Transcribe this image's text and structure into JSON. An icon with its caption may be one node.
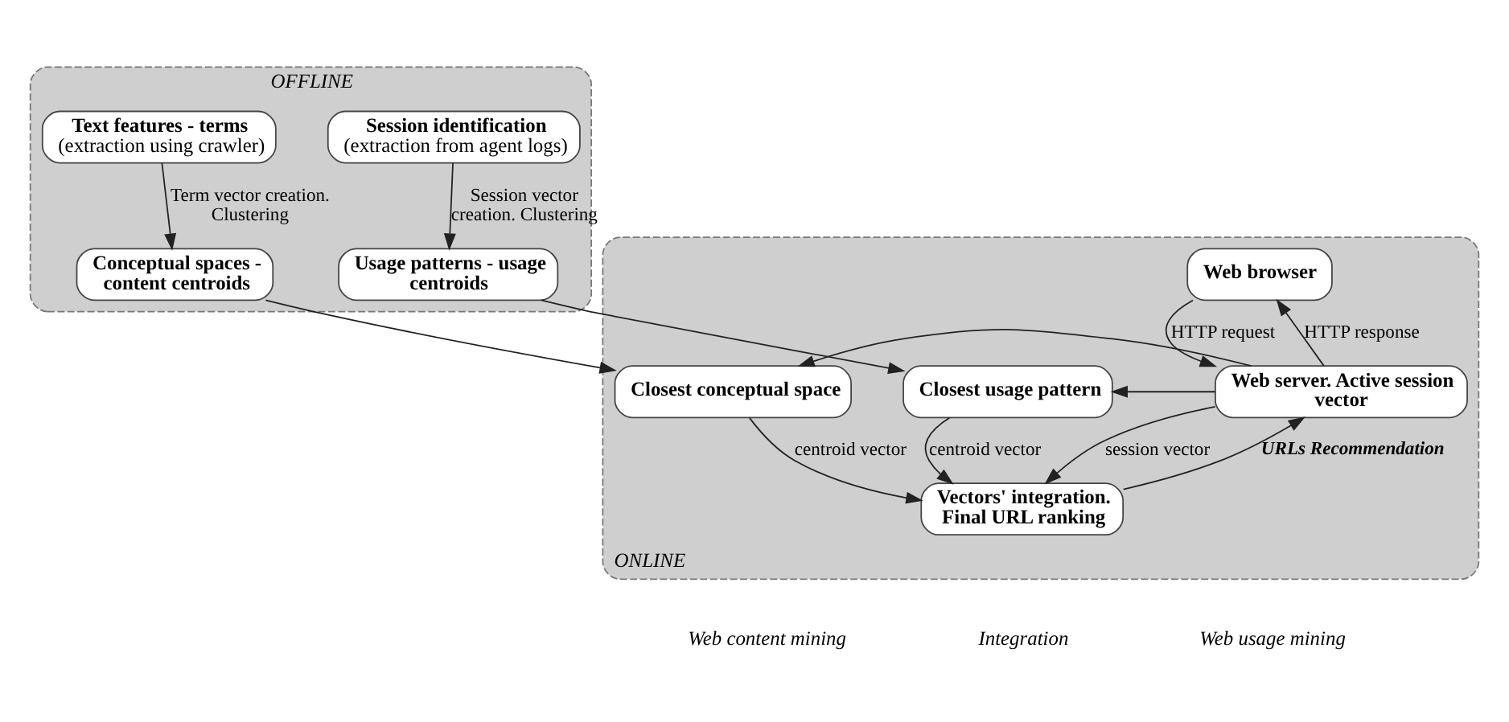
{
  "diagram": {
    "nodes": [
      {
        "text": [
          "OFFLINE"
        ]
      },
      {
        "text": [
          "Text features - terms",
          "(extraction using crawler)"
        ],
        "in": 0
      },
      {
        "text": [
          "Session identification",
          "(extraction from agent logs)"
        ],
        "in": 0
      },
      {
        "text": [
          "Conceptual spaces - content centroids"
        ],
        "in": 0
      },
      {
        "text": [
          "Usage patterns - usage centroids"
        ],
        "in": 0
      },
      {
        "text": [
          "ONLINE"
        ]
      },
      {
        "text": [
          "Web browser"
        ],
        "in": 5
      },
      {
        "text": [
          "Closest conceptual space"
        ],
        "in": 5
      },
      {
        "text": [
          "Web server. Active session vector"
        ],
        "in": 5
      },
      {
        "text": [
          "Closest usage pattern"
        ],
        "in": 5
      },
      {
        "text": [
          "Vectors' integration. Final URL ranking"
        ],
        "in": 5
      }
    ],
    "edges": [
      {
        "from": 1,
        "to": 3,
        "arrow": "to",
        "label": "Term vector creation. Clustering"
      },
      {
        "from": 2,
        "to": 4,
        "arrow": "to",
        "label": "Session vector creation. Clustering"
      },
      {
        "from": 3,
        "to": 7,
        "arrow": "to"
      },
      {
        "from": 4,
        "to": 9,
        "arrow": "to"
      },
      {
        "from": 6,
        "to": 8,
        "arrow": "to",
        "label": "HTTP request"
      },
      {
        "from": 8,
        "to": 6,
        "arrow": "to",
        "label": "HTTP response"
      },
      {
        "from": 8,
        "to": 7,
        "arrow": "to"
      },
      {
        "from": 8,
        "to": 9,
        "arrow": "to"
      },
      {
        "from": 7,
        "to": 10,
        "arrow": "to",
        "label": "centroid vector"
      },
      {
        "from": 9,
        "to": 10,
        "arrow": "to",
        "label": "centroid vector"
      },
      {
        "from": 8,
        "to": 10,
        "arrow": "to",
        "label": "session vector"
      },
      {
        "from": 10,
        "to": 8,
        "arrow": "to",
        "label": "URLs Recommendation"
      }
    ],
    "labels": [
      "Web content mining",
      "Integration",
      "Web usage mining"
    ]
  }
}
